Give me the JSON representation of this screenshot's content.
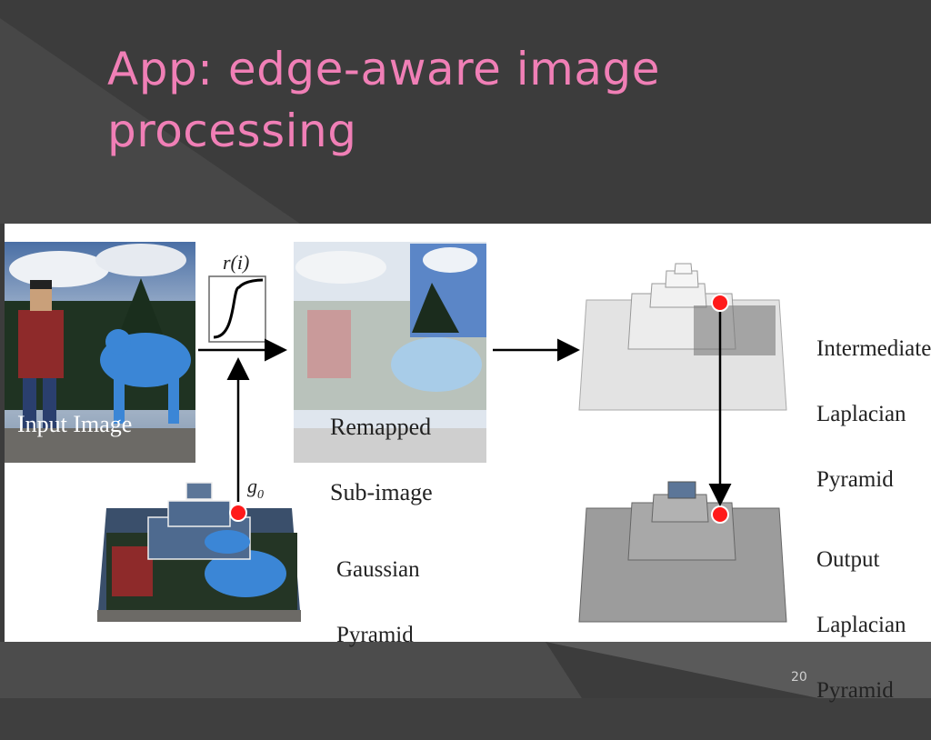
{
  "slide": {
    "title_line1": "App: edge-aware image",
    "title_line2": "processing",
    "page_number": "20",
    "accent_color": "#f07fb6",
    "background_color": "#3f3f3f"
  },
  "figure": {
    "input_image_label": "Input Image",
    "remap_function_label": "r(i)",
    "remapped_label_line1": "Remapped",
    "remapped_label_line2": "Sub-image",
    "g0_label": "g",
    "g0_subscript": "0",
    "gaussian_label_line1": "Gaussian",
    "gaussian_label_line2": "Pyramid",
    "intermediate_label_line1": "Intermediate",
    "intermediate_label_line2": "Laplacian",
    "intermediate_label_line3": "Pyramid",
    "output_label_line1": "Output",
    "output_label_line2": "Laplacian",
    "output_label_line3": "Pyramid"
  }
}
